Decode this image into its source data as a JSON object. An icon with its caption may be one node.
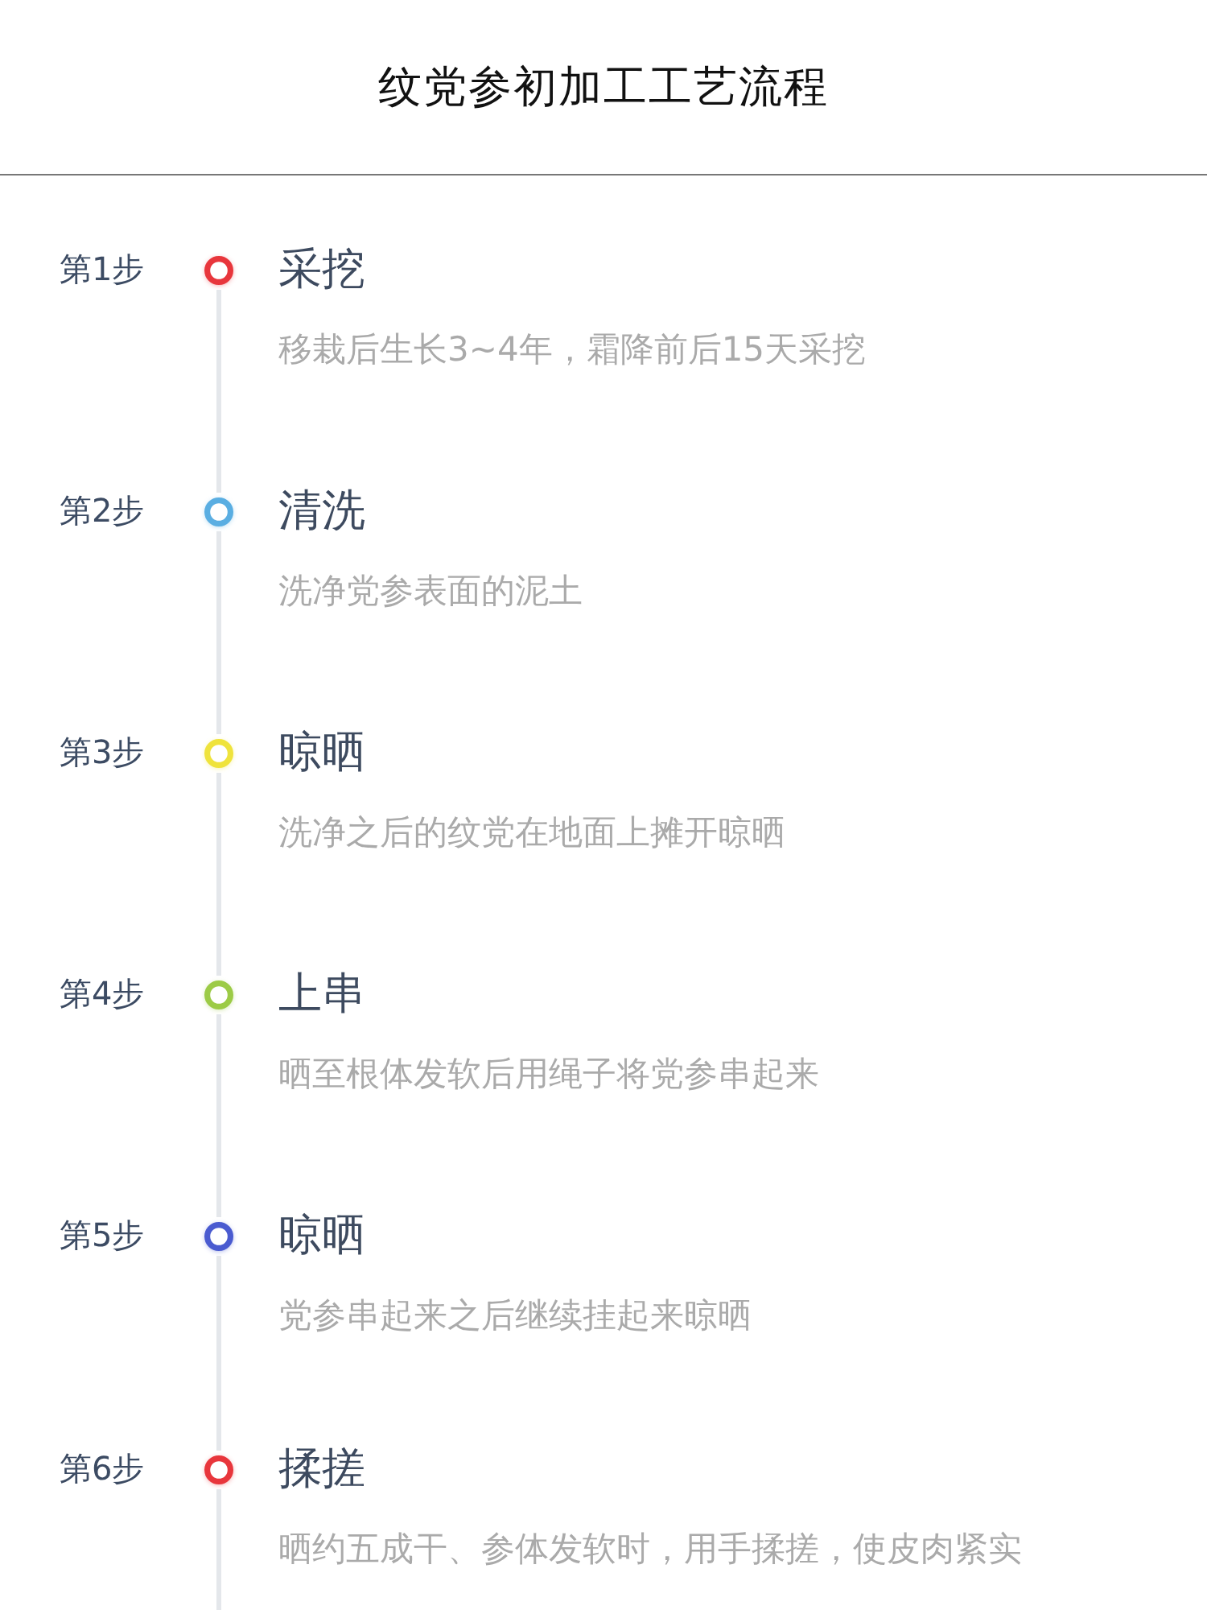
{
  "diagram": {
    "title": "纹党参初加工工艺流程",
    "nodes": [
      {
        "text": [],
        "shape": "circle"
      },
      {
        "text": [
          "采挖",
          "移栽后生长3~4年，霜降前后15天采挖"
        ]
      },
      {
        "text": [],
        "shape": "circle"
      },
      {
        "text": [
          "清洗",
          "洗净党参表面的泥土"
        ]
      },
      {
        "text": [],
        "shape": "circle"
      },
      {
        "text": [
          "晾晒",
          "洗净之后的纹党在地面上摊开晾晒"
        ]
      },
      {
        "text": [],
        "shape": "circle"
      },
      {
        "text": [
          "上串",
          "晒至根体发软后用绳子将党参串起来"
        ]
      },
      {
        "text": [],
        "shape": "circle"
      },
      {
        "text": [
          "晾晒",
          "党参串起来之后继续挂起来晾晒"
        ]
      },
      {
        "text": [],
        "shape": "circle"
      },
      {
        "text": [
          "揉搓",
          "晒约五成干、参体发软时，用手揉搓，使皮肉紧实"
        ]
      }
    ],
    "edges": [
      {
        "from": 0,
        "to": 2,
        "arrow": "none"
      },
      {
        "from": 2,
        "to": 4,
        "arrow": "none"
      },
      {
        "from": 4,
        "to": 6,
        "arrow": "none"
      },
      {
        "from": 6,
        "to": 8,
        "arrow": "none"
      },
      {
        "from": 8,
        "to": 10,
        "arrow": "none"
      },
      {
        "from": 10,
        "to": null,
        "arrow": "none"
      }
    ],
    "labels": [
      "第1步",
      "第2步",
      "第3步",
      "第4步",
      "第5步",
      "第6步"
    ]
  }
}
